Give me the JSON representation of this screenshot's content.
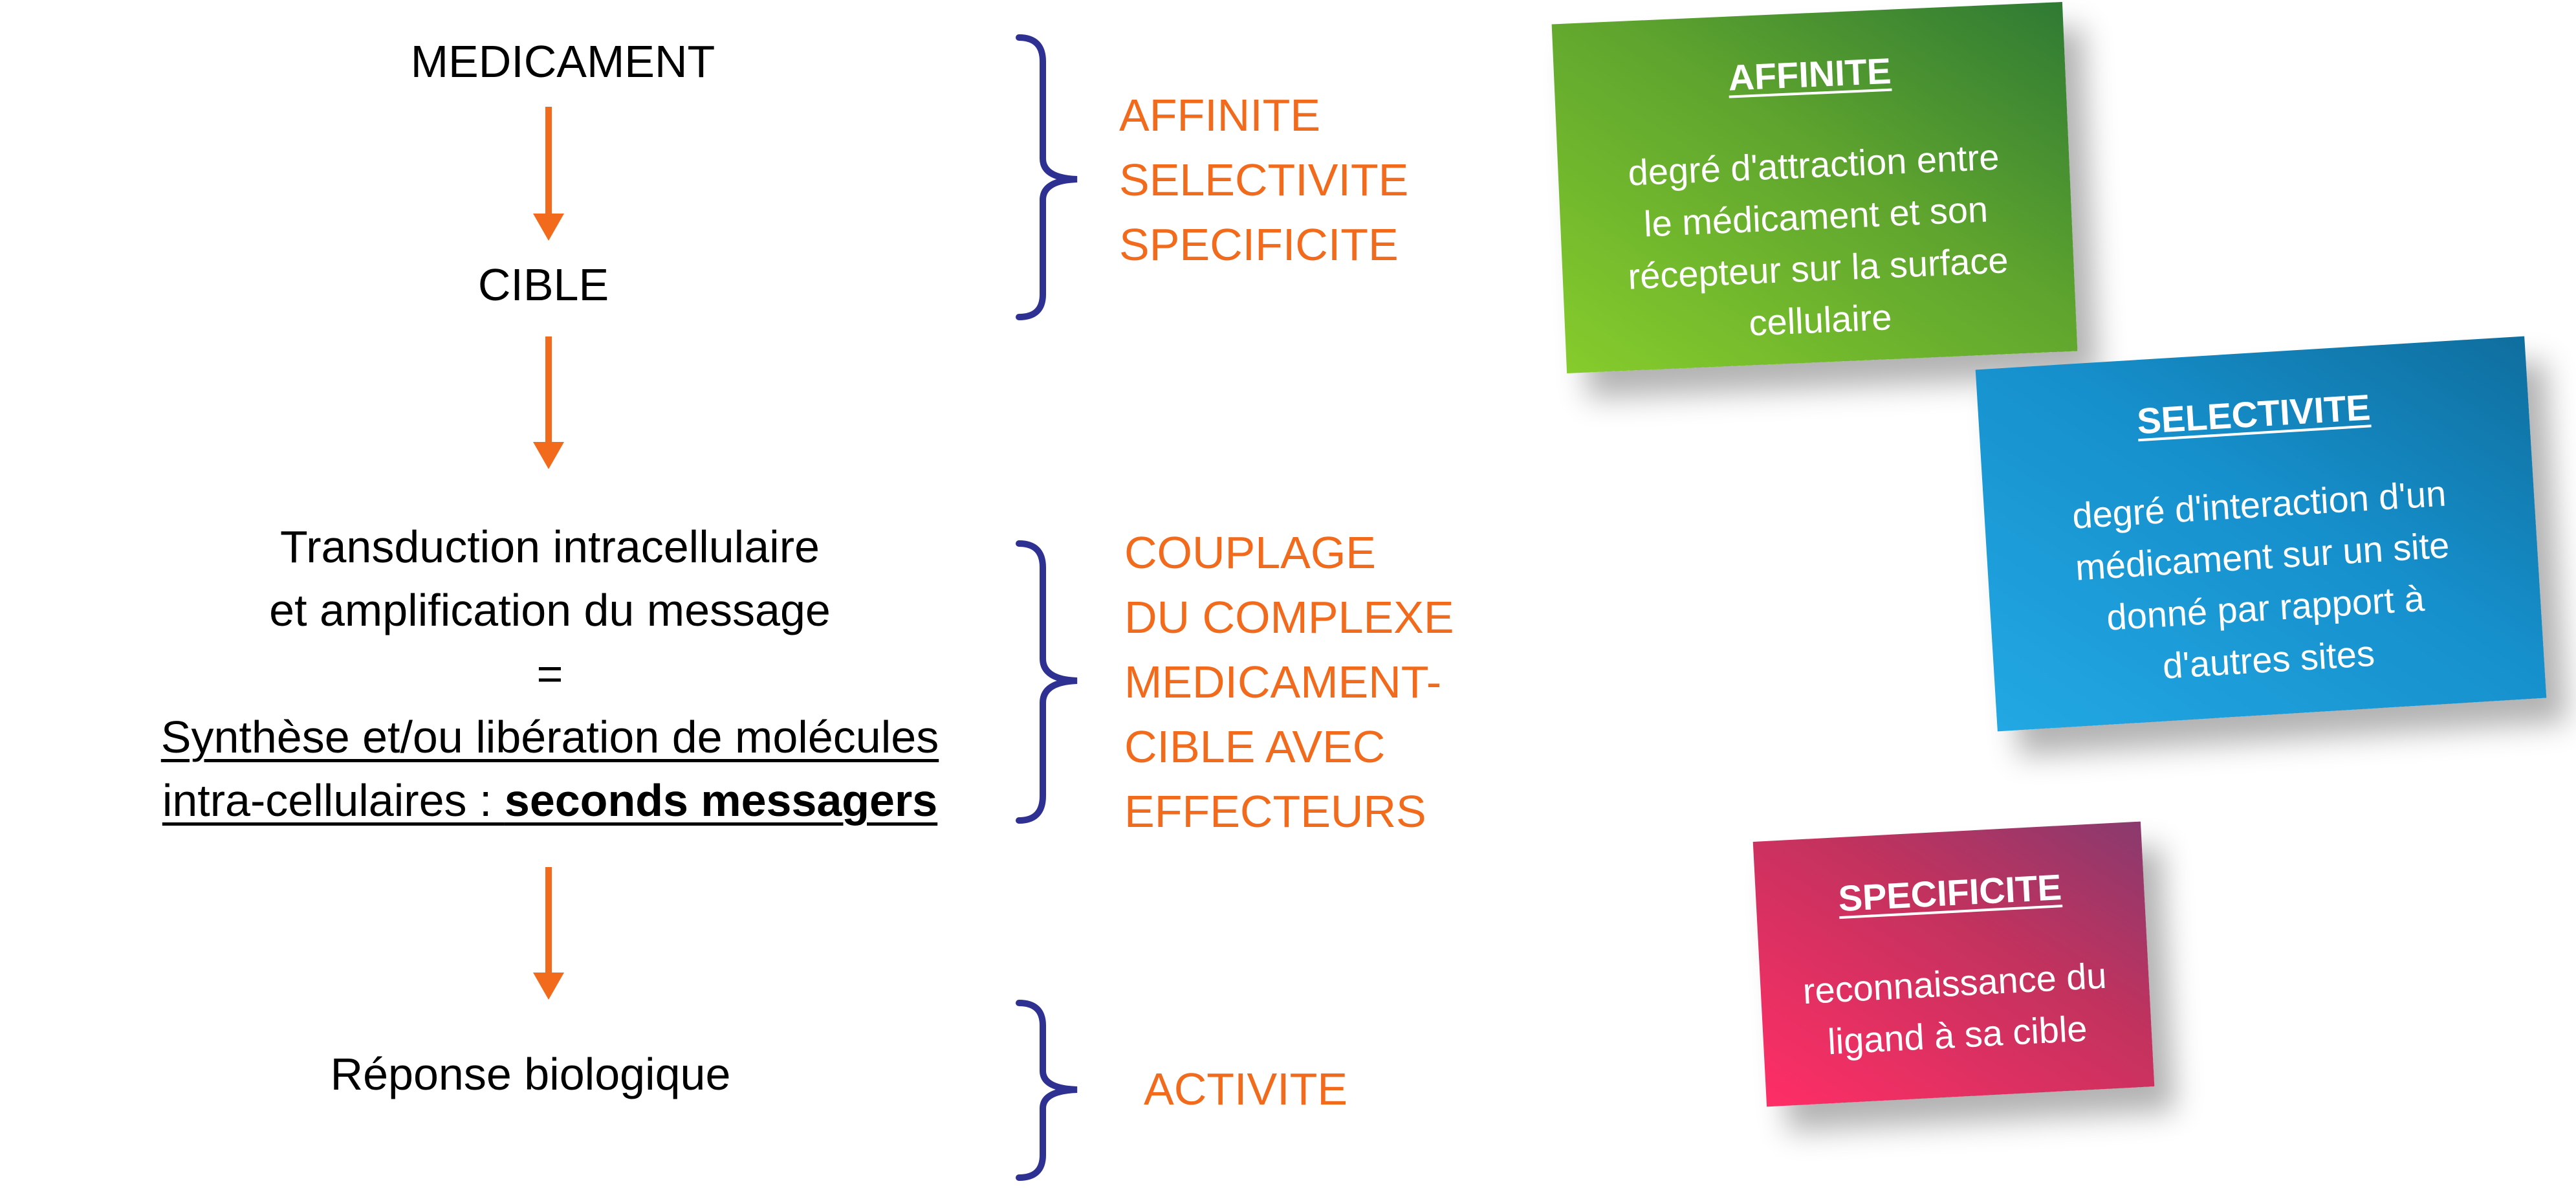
{
  "flow": {
    "medicament": "MEDICAMENT",
    "cible": "CIBLE",
    "transduction_line1": "Transduction intracellulaire",
    "transduction_line2": "et amplification du message",
    "equals": "=",
    "synthese_line1": "Synthèse et/ou libération de molécules",
    "synthese_line2_prefix": "intra-cellulaires : ",
    "synthese_line2_bold": "seconds messagers",
    "reponse": "Réponse biologique"
  },
  "groups": {
    "group1": [
      "AFFINITE",
      "SELECTIVITE",
      "SPECIFICITE"
    ],
    "group2": [
      "COUPLAGE",
      "DU COMPLEXE",
      "MEDICAMENT-",
      "CIBLE AVEC",
      "EFFECTEURS"
    ],
    "group3": [
      "ACTIVITE"
    ]
  },
  "notes": {
    "affinite": {
      "title": "AFFINITE",
      "body": [
        "degré d'attraction entre",
        "le médicament et son",
        "récepteur sur la surface",
        "cellulaire"
      ]
    },
    "selectivite": {
      "title": "SELECTIVITE",
      "body": [
        "degré d'interaction d'un",
        "médicament sur un site",
        "donné par rapport à",
        "d'autres sites"
      ]
    },
    "specificite": {
      "title": "SPECIFICITE",
      "body": [
        "reconnaissance du",
        "ligand à sa cible"
      ]
    }
  },
  "colors": {
    "arrow": "#F26A1B",
    "group_text": "#F26A1B",
    "bracket": "#2E3192",
    "note_affinite": [
      "#7DC42C",
      "#2F7A34"
    ],
    "note_selectivite": [
      "#1FA3E0",
      "#0F6E9E"
    ],
    "note_specificite": [
      "#FF2E66",
      "#8A3A6E"
    ]
  }
}
